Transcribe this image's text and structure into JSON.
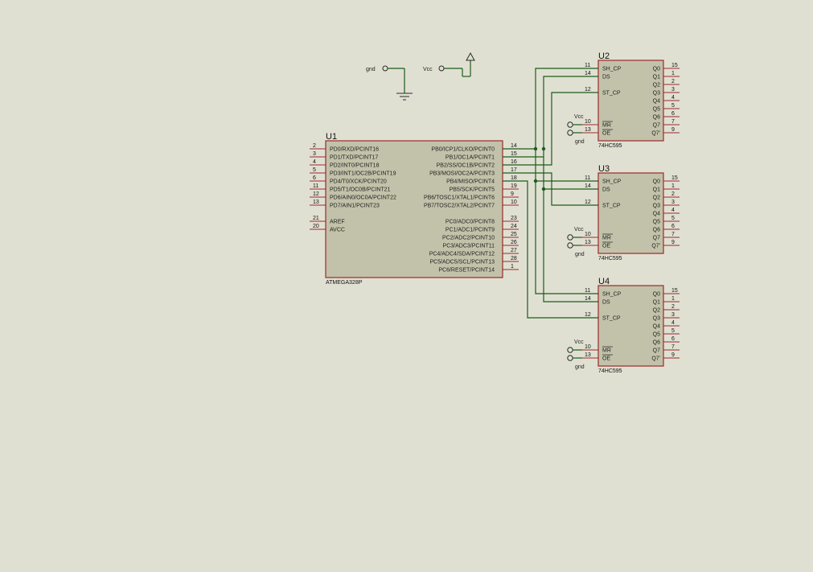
{
  "power": {
    "gnd_label": "gnd",
    "vcc_label": "Vcc"
  },
  "u1": {
    "ref": "U1",
    "part": "ATMEGA328P",
    "left_pins": [
      {
        "num": "2",
        "name": "PD0/RXD/PCINT16"
      },
      {
        "num": "3",
        "name": "PD1/TXD/PCINT17"
      },
      {
        "num": "4",
        "name": "PD2/INT0/PCINT18"
      },
      {
        "num": "5",
        "name": "PD3/INT1/OC2B/PCINT19"
      },
      {
        "num": "6",
        "name": "PD4/T0/XCK/PCINT20"
      },
      {
        "num": "11",
        "name": "PD5/T1/OC0B/PCINT21"
      },
      {
        "num": "12",
        "name": "PD6/AIN0/OC0A/PCINT22"
      },
      {
        "num": "13",
        "name": "PD7/AIN1/PCINT23"
      },
      {
        "num": "21",
        "name": "AREF"
      },
      {
        "num": "20",
        "name": "AVCC"
      }
    ],
    "right_pins": [
      {
        "num": "14",
        "name": "PB0/ICP1/CLKO/PCINT0"
      },
      {
        "num": "15",
        "name": "PB1/OC1A/PCINT1"
      },
      {
        "num": "16",
        "name": "PB2/SS/OC1B/PCINT2"
      },
      {
        "num": "17",
        "name": "PB3/MOSI/OC2A/PCINT3"
      },
      {
        "num": "18",
        "name": "PB4/MISO/PCINT4"
      },
      {
        "num": "19",
        "name": "PB5/SCK/PCINT5"
      },
      {
        "num": "9",
        "name": "PB6/TOSC1/XTAL1/PCINT6"
      },
      {
        "num": "10",
        "name": "PB7/TOSC2/XTAL2/PCINT7"
      },
      {
        "num": "23",
        "name": "PC0/ADC0/PCINT8"
      },
      {
        "num": "24",
        "name": "PC1/ADC1/PCINT9"
      },
      {
        "num": "25",
        "name": "PC2/ADC2/PCINT10"
      },
      {
        "num": "26",
        "name": "PC3/ADC3/PCINT11"
      },
      {
        "num": "27",
        "name": "PC4/ADC4/SDA/PCINT12"
      },
      {
        "num": "28",
        "name": "PC5/ADC5/SCL/PCINT13"
      },
      {
        "num": "1",
        "name": "PC6/RESET/PCINT14"
      }
    ]
  },
  "shift_registers": [
    {
      "ref": "U2",
      "part": "74HC595"
    },
    {
      "ref": "U3",
      "part": "74HC595"
    },
    {
      "ref": "U4",
      "part": "74HC595"
    }
  ],
  "sr_pins": {
    "left": [
      {
        "num": "11",
        "name": "SH_CP"
      },
      {
        "num": "14",
        "name": "DS"
      },
      {
        "num": "12",
        "name": "ST_CP"
      },
      {
        "num": "10",
        "name": "MR"
      },
      {
        "num": "13",
        "name": "OE"
      }
    ],
    "right": [
      {
        "num": "15",
        "name": "Q0"
      },
      {
        "num": "1",
        "name": "Q1"
      },
      {
        "num": "2",
        "name": "Q2"
      },
      {
        "num": "3",
        "name": "Q3"
      },
      {
        "num": "4",
        "name": "Q4"
      },
      {
        "num": "5",
        "name": "Q5"
      },
      {
        "num": "6",
        "name": "Q6"
      },
      {
        "num": "7",
        "name": "Q7"
      },
      {
        "num": "9",
        "name": "Q7'"
      }
    ]
  }
}
